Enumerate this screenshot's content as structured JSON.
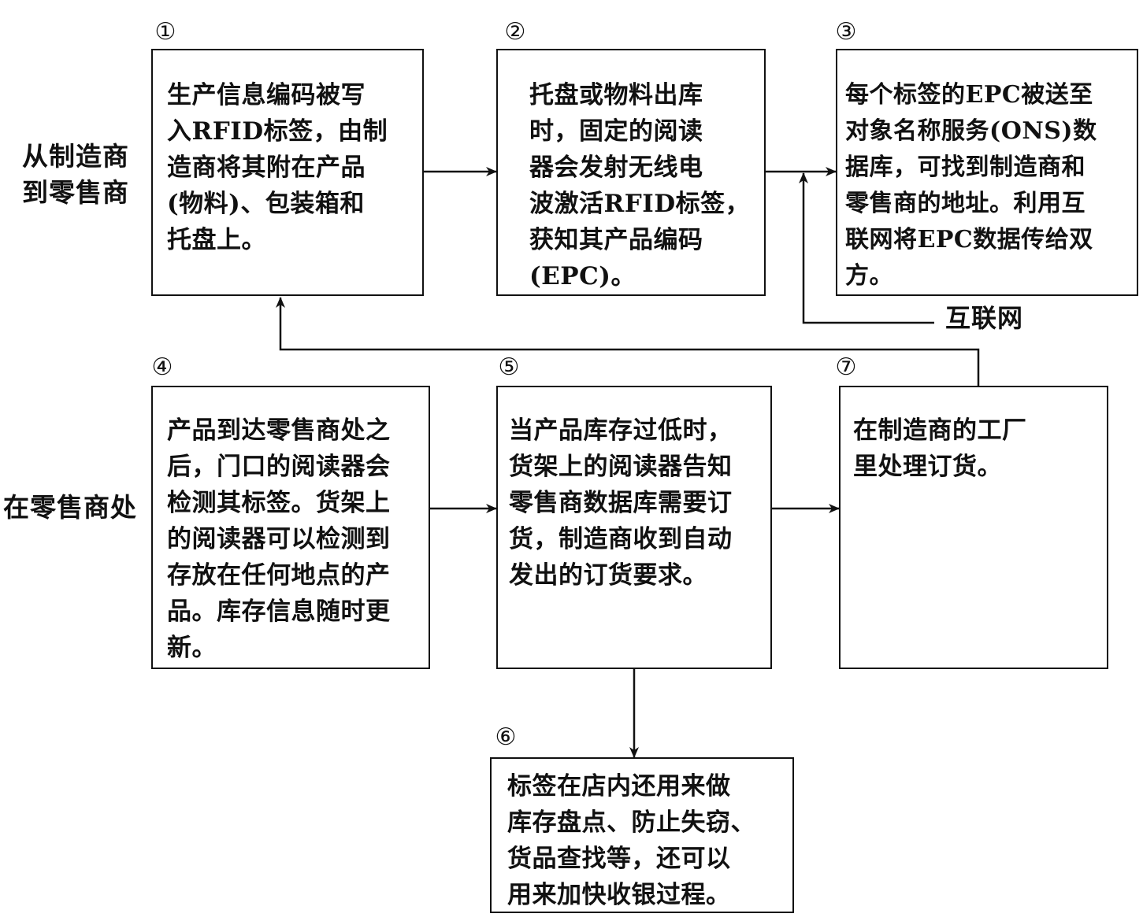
{
  "side_labels": {
    "manufacturer_to_retailer": "从制造商\n到零售商",
    "at_retailer": "在零售商处"
  },
  "internet_label": "互联网",
  "steps": [
    {
      "id": "step-1",
      "number": "①",
      "text": "生产信息编码被写\n入RFID标签，由制\n造商将其附在产品\n(物料)、包装箱和\n托盘上。"
    },
    {
      "id": "step-2",
      "number": "②",
      "text": "托盘或物料出库\n时，固定的阅读\n器会发射无线电\n波激活RFID标签，\n获知其产品编码\n(EPC)。"
    },
    {
      "id": "step-3",
      "number": "③",
      "text": "每个标签的EPC被送至\n对象名称服务(ONS)数\n据库，可找到制造商和\n零售商的地址。利用互\n联网将EPC数据传给双\n方。"
    },
    {
      "id": "step-4",
      "number": "④",
      "text": "产品到达零售商处之\n后，门口的阅读器会\n检测其标签。货架上\n的阅读器可以检测到\n存放在任何地点的产\n品。库存信息随时更\n新。"
    },
    {
      "id": "step-5",
      "number": "⑤",
      "text": "当产品库存过低时，\n货架上的阅读器告知\n零售商数据库需要订\n货，制造商收到自动\n发出的订货要求。"
    },
    {
      "id": "step-6",
      "number": "⑥",
      "text": "标签在店内还用来做\n库存盘点、防止失窃、\n货品查找等，还可以\n用来加快收银过程。"
    },
    {
      "id": "step-7",
      "number": "⑦",
      "text": "在制造商的工厂\n里处理订货。"
    }
  ]
}
